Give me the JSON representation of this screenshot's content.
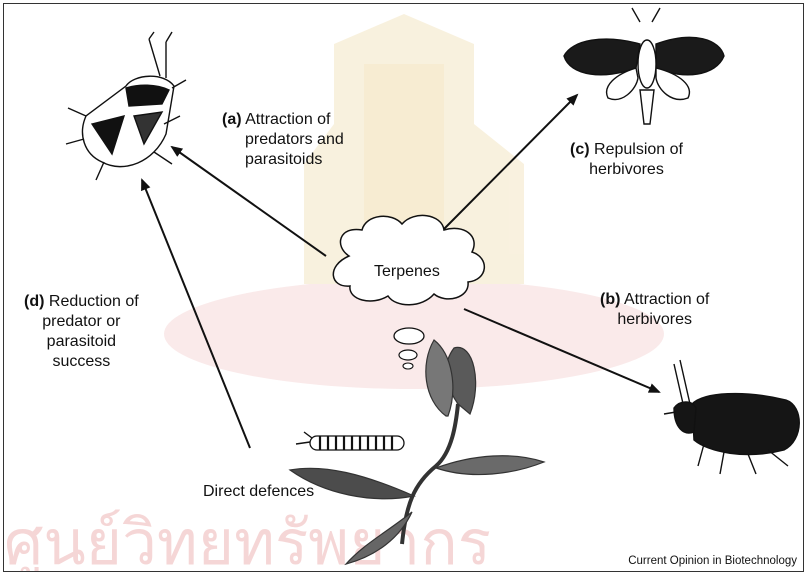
{
  "labels": {
    "a": {
      "key": "(a)",
      "line1": "Attraction of",
      "line2": "predators and",
      "line3": "parasitoids"
    },
    "b": {
      "key": "(b)",
      "line1": "Attraction of",
      "line2": "herbivores"
    },
    "c": {
      "key": "(c)",
      "line1": "Repulsion of",
      "line2": "herbivores"
    },
    "d": {
      "key": "(d)",
      "line1": "Reduction of",
      "line2": "predator or",
      "line3": "parasitoid",
      "line4": "success"
    }
  },
  "center_label": "Terpenes",
  "direct_defences": "Direct defences",
  "credit": "Current Opinion in Biotechnology",
  "watermark_text": "ศูนย์วิทยทรัพยากร",
  "colors": {
    "watermark": "#f2c6c6",
    "watermark_gold": "#f3e2b8",
    "ink": "#111111"
  }
}
